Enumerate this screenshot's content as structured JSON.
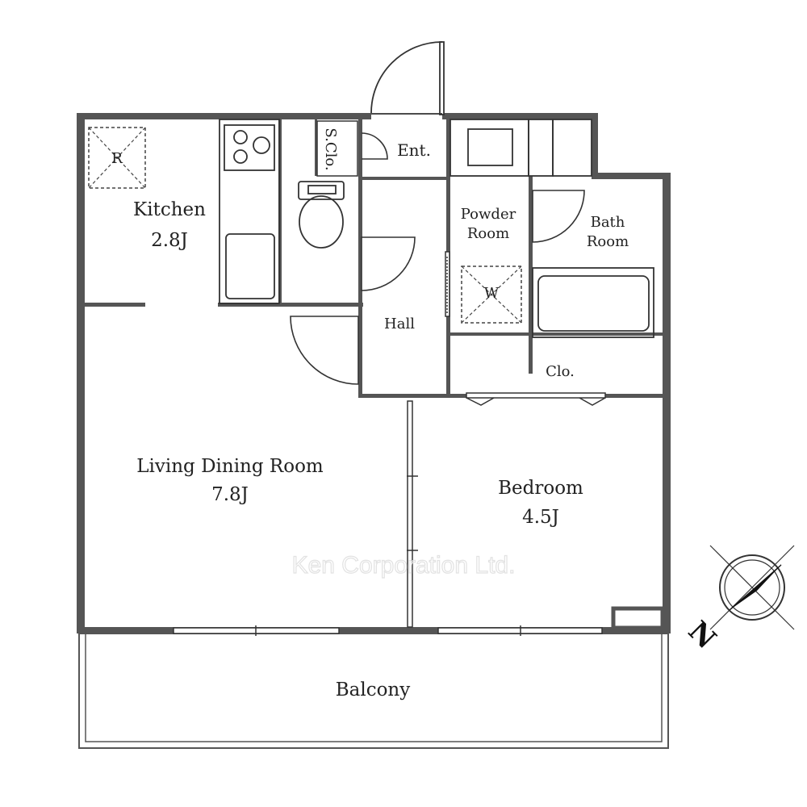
{
  "rooms": {
    "kitchen": {
      "name": "Kitchen",
      "size": "2.8J"
    },
    "living": {
      "name": "Living Dining Room",
      "size": "7.8J"
    },
    "bedroom": {
      "name": "Bedroom",
      "size": "4.5J"
    },
    "powder": {
      "line1": "Powder",
      "line2": "Room"
    },
    "bath": {
      "line1": "Bath",
      "line2": "Room"
    },
    "hall": "Hall",
    "entrance": "Ent.",
    "shoe_closet": "S.Clo.",
    "closet": "Clo.",
    "balcony": "Balcony"
  },
  "fixtures": {
    "refrigerator": "R",
    "washer": "W"
  },
  "compass": {
    "north_label": "N"
  },
  "watermark": "Ken Corporation Ltd."
}
